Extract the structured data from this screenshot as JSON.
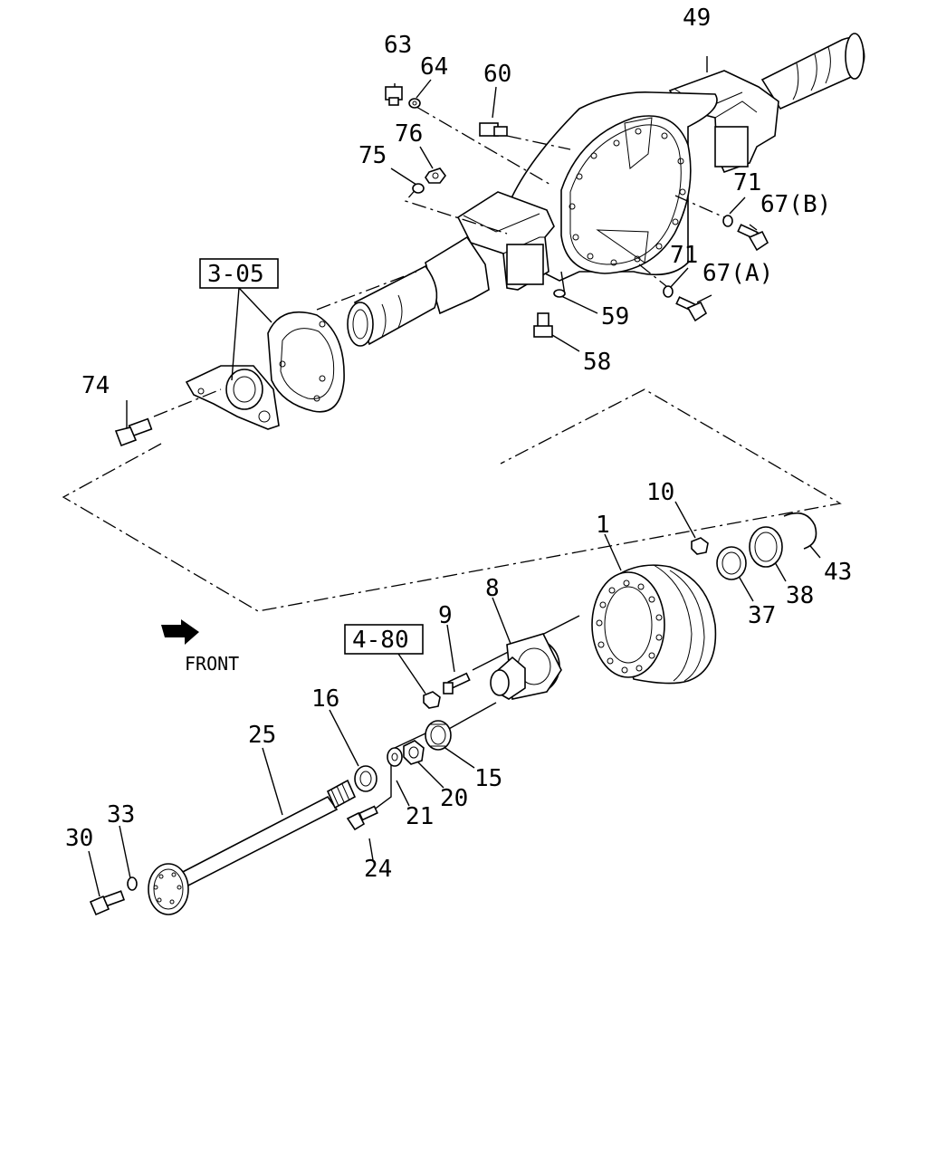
{
  "labels": {
    "p1": "1",
    "p8": "8",
    "p9": "9",
    "p10": "10",
    "p15": "15",
    "p16": "16",
    "p20": "20",
    "p21": "21",
    "p24": "24",
    "p25": "25",
    "p30": "30",
    "p33": "33",
    "p37": "37",
    "p38": "38",
    "p43": "43",
    "p49": "49",
    "p58": "58",
    "p59": "59",
    "p60": "60",
    "p63": "63",
    "p64": "64",
    "p67a": "67(A)",
    "p67b": "67(B)",
    "p71a": "71",
    "p71b": "71",
    "p74": "74",
    "p75": "75",
    "p76": "76"
  },
  "refs": {
    "ref305": "3-05",
    "ref480": "4-80"
  },
  "front_label": "FRONT"
}
